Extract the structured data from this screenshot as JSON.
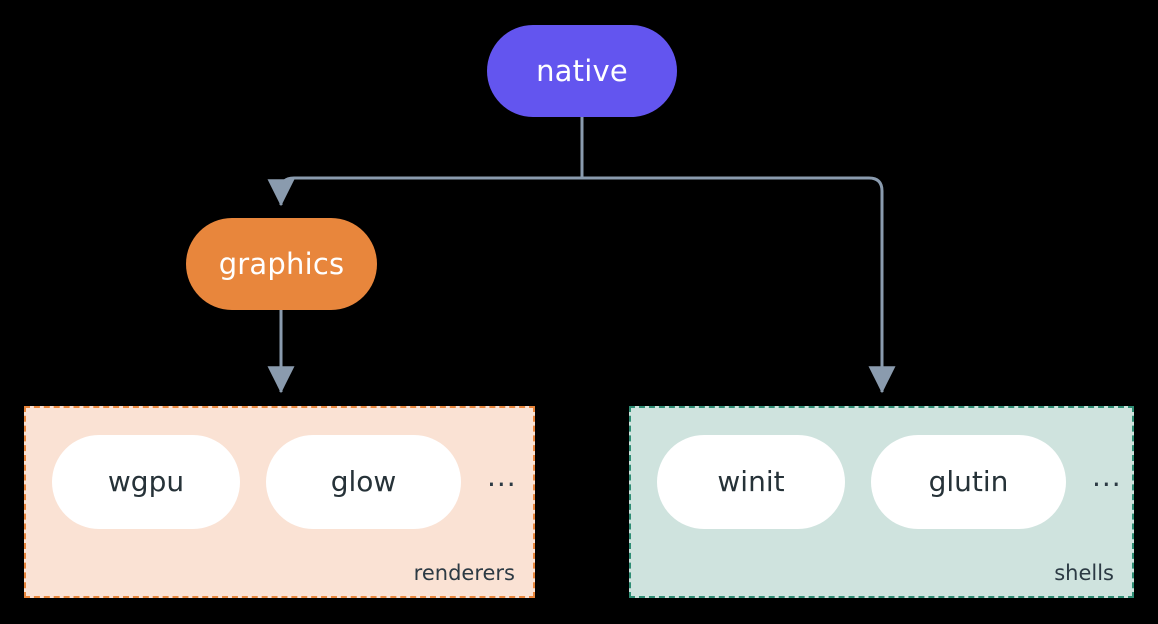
{
  "diagram": {
    "title": "native",
    "background_color": "#000000",
    "edge_color": "#8a9bae",
    "nodes": [
      {
        "id": "native",
        "label": "native",
        "color": "#6355ef",
        "text_color": "#ffffff"
      },
      {
        "id": "graphics",
        "label": "graphics",
        "color": "#e8863c",
        "text_color": "#ffffff"
      }
    ],
    "groups": [
      {
        "id": "renderers",
        "label": "renderers",
        "fill_color": "#fae2d4",
        "border_color": "#e8863c",
        "items": [
          {
            "label": "wgpu"
          },
          {
            "label": "glow"
          }
        ],
        "overflow": "..."
      },
      {
        "id": "shells",
        "label": "shells",
        "fill_color": "#cfe3de",
        "border_color": "#2f8d74",
        "items": [
          {
            "label": "winit"
          },
          {
            "label": "glutin"
          }
        ],
        "overflow": "..."
      }
    ]
  }
}
